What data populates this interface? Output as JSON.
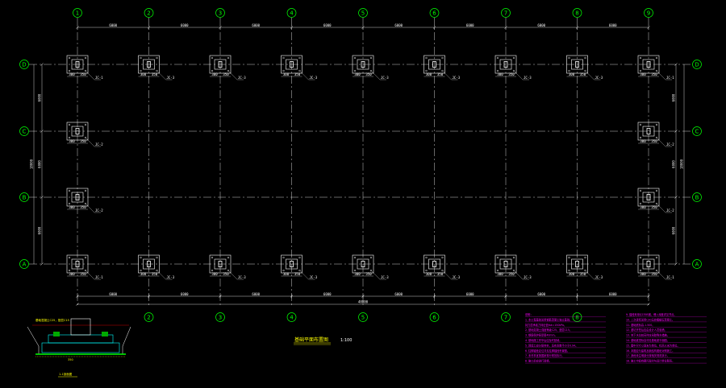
{
  "grid": {
    "columns": [
      "1",
      "2",
      "3",
      "4",
      "5",
      "6",
      "7",
      "8",
      "9"
    ],
    "rows": [
      "D",
      "C",
      "B",
      "A"
    ]
  },
  "dimensions": {
    "top_bays": [
      "6000",
      "6000",
      "6000",
      "6000",
      "6000",
      "6000",
      "6000",
      "6000"
    ],
    "bottom_bays": [
      "6000",
      "6000",
      "6000",
      "6000",
      "6000",
      "6000",
      "6000",
      "6000"
    ],
    "bottom_total": "48000",
    "left_bays": [
      "6000",
      "6000",
      "6000"
    ],
    "left_total": "18000",
    "right_bays": [
      "6000",
      "6000",
      "6000"
    ],
    "right_total": "18000"
  },
  "footing": {
    "dim_a": "300",
    "dim_b": "350",
    "tag_corner": "JC-1",
    "tag_side": "JC-2",
    "tag_mid": "JC-3"
  },
  "title": {
    "text": "基础平面布置图",
    "scale": "1:100"
  },
  "detail": {
    "caption": "1-1剖面图",
    "note": "基础混凝土C25，垫层C15"
  },
  "notes": {
    "left": [
      "说明：",
      "1. 本工程基础采用钢筋混凝土独立基础。",
      "   持力层承载力特征值fak=150kPa。",
      "2. 基础混凝土强度等级C25，垫层C15。",
      "3. 钢筋保护层厚度40mm。",
      "4. 基础施工完毕后应及时回填。",
      "5. 回填土应分层夯实，压实系数不小于0.94。",
      "6. 柱脚锚栓定位详见柱脚锚栓布置图。",
      "7. 未尽事宜按国家现行规范执行。",
      "8. 施工前应进行验槽。"
    ],
    "right": [
      "9. 锚栓采用Q235B钢，埋入深度详见节点。",
      "10. 二次灌浆采用C30无收缩细石混凝土。",
      "11. 基础底标高-1.500。",
      "12. 基坑开挖后应由设计人员验槽。",
      "13. 地下水位较高时应采取降水措施。",
      "14. 基础梁顶标高详见基础梁平面图。",
      "15. 图中尺寸以毫米为单位，标高以米为单位。",
      "16. 本图应与建筑及钢结构图纸对照施工。",
      "17. 其他未注明部分按相关规范执行。",
      "18. 施工中如有疑问及时与设计单位联系。"
    ]
  },
  "colors": {
    "axis": "#00ff00",
    "grid_line": "#ffffff",
    "footing": "#ffffff",
    "note": "#ff00ff",
    "title": "#ffff00",
    "background": "#000000"
  }
}
